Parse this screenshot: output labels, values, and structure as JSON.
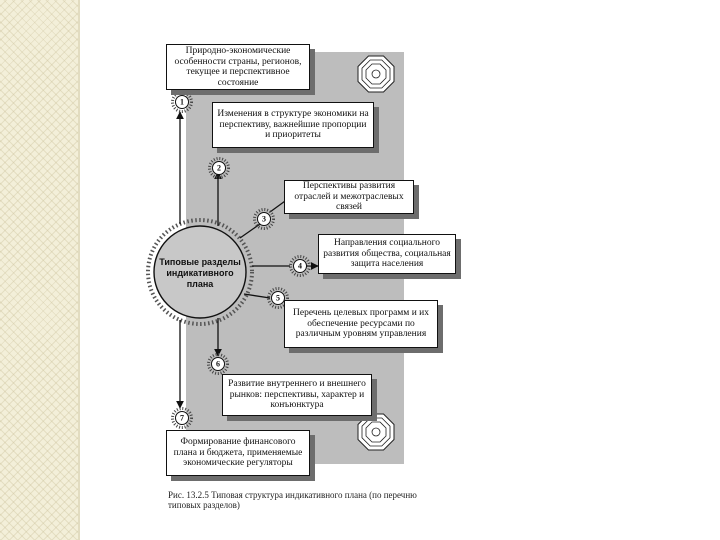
{
  "center_node": {
    "label": "Типовые разделы индикативного плана"
  },
  "steps": [
    {
      "number": "1",
      "text": "Природно-экономические особенности страны, регионов, текущее и перспективное состояние"
    },
    {
      "number": "2",
      "text": "Изменения в структуре экономики на перспективу, важнейшие пропорции и приоритеты"
    },
    {
      "number": "3",
      "text": "Перспективы развития отраслей и межотраслевых связей"
    },
    {
      "number": "4",
      "text": "Направления социального развития общества, социальная защита населения"
    },
    {
      "number": "5",
      "text": "Перечень целевых программ и их обеспечение ресурсами по различным уровням управления"
    },
    {
      "number": "6",
      "text": "Развитие внутреннего и внешнего рынков: перспективы, характер и конъюнктура"
    },
    {
      "number": "7",
      "text": "Формирование финансового плана и бюджета, применяемые экономические регуляторы"
    }
  ],
  "caption": "Рис. 13.2.5 Типовая структура индикативного плана (по перечню типовых разделов)",
  "colors": {
    "panel": "#bdbdbd",
    "shadow": "#6d6d6d",
    "border": "#111111",
    "strip": "#f3efd9"
  },
  "decorations": {
    "ornament": "octagon-ornament-icon",
    "badge": "sun-badge-icon"
  }
}
